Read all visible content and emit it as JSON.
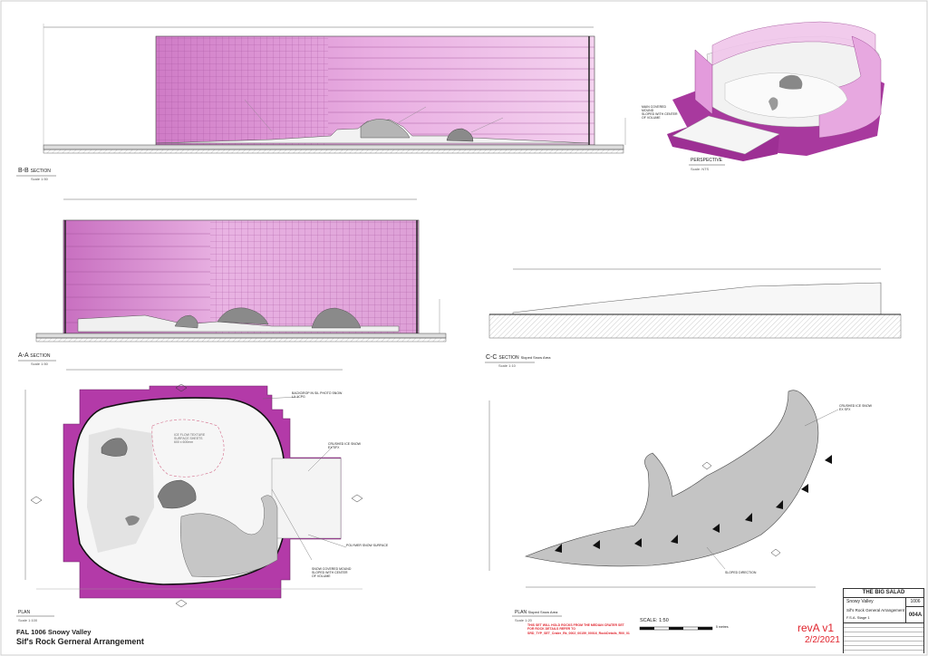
{
  "sheet": {
    "project_line": "FAL 1006 Snowy Valley",
    "drawing_title": "Sif's Rock Gerneral Arrangement",
    "revision": "revA v1",
    "date": "2/2/2021"
  },
  "views": {
    "bb": {
      "tag": "B-B",
      "title": "SECTION",
      "scale": "Scale 1:50"
    },
    "aa": {
      "tag": "A-A",
      "title": "SECTION",
      "scale": "Scale 1:50"
    },
    "cc": {
      "tag": "C-C",
      "title": "SECTION",
      "title2": "Sloped Snow Area",
      "scale": "Scale 1:10"
    },
    "persp": {
      "title": "PERSPECTIVE",
      "scale": "Scale: NTS"
    },
    "plan": {
      "title": "PLAN",
      "scale": "Scale 1:100"
    },
    "plan2": {
      "title": "PLAN",
      "title2": "Sloped Snow Area",
      "scale": "Scale 1:20"
    }
  },
  "annotations": {
    "persp_note": [
      "MAIN COVERED MOUND",
      "SLOPED WITH CENTER",
      "OF VOLUME"
    ],
    "plan_note1": [
      "BACKDROP IN SIL PHOTO SNOW",
      "LX 1CPG"
    ],
    "plan_note2": [
      "CRUSHED ICE SNOW",
      "EX SFX"
    ],
    "plan_note3": "POLYMER SNOW SURFACE",
    "plan_note4": [
      "SNOW COVERED MOUND",
      "SLOPED WITH CENTER",
      "OF VOLUME"
    ],
    "plan_note5": [
      "ICE FLOW TEXTURE",
      "SURFACE SHEETS",
      "600 x 600mm"
    ],
    "plan2_note1": [
      "CRUSHED ICE SNOW",
      "EX SFX"
    ],
    "plan2_note2": "SLOPED DIRECTION"
  },
  "scale_bar": {
    "label": "SCALE: 1:50",
    "end": "5 metres"
  },
  "red_note": [
    "THIS SET WILL HOLD ROCKS FROM THE MEDIAN CRATER SET",
    "FOR ROCK DETAILS REFER TO",
    "SRD_TYP_SET_Crater_Rk_0002_00159_00016_RockDetails_R00_01"
  ],
  "title_block": {
    "company": "THE BIG SALAD",
    "set": "Snowy Valley",
    "set_no": "1006",
    "drawing": "Sif's Rock General Arrangement",
    "stage": "F.S.A. Stage 1",
    "sheet_no": "004A"
  },
  "colors": {
    "magenta": "#b03aa6",
    "panel": "#e6a6de",
    "panel_light": "#f1cdec",
    "rock": "#8a8a8a",
    "snow_fill": "#bdbdbd"
  }
}
